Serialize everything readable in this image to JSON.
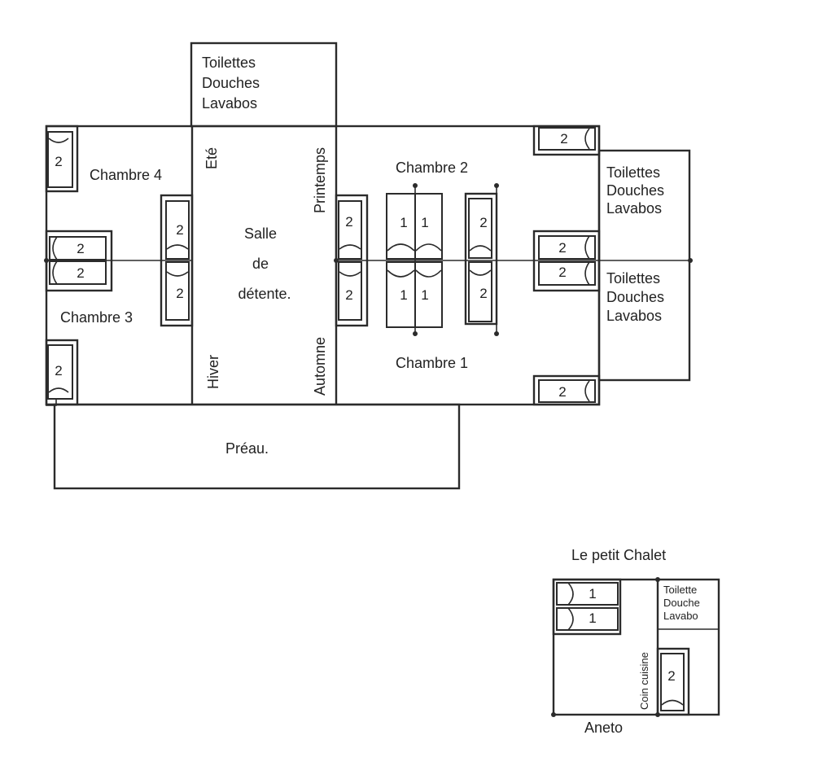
{
  "main_building": {
    "top_annex": [
      "Toilettes",
      "Douches",
      "Lavabos"
    ],
    "right_annex_upper": [
      "Toilettes",
      "Douches",
      "Lavabos"
    ],
    "right_annex_lower": [
      "Toilettes",
      "Douches",
      "Lavabos"
    ],
    "chambre_4": "Chambre 4",
    "chambre_3": "Chambre 3",
    "chambre_2": "Chambre 2",
    "chambre_1": "Chambre 1",
    "salle": [
      "Salle",
      "de",
      "détente."
    ],
    "door_ete": "Eté",
    "door_hiver": "Hiver",
    "door_printemps": "Printemps",
    "door_automne": "Automne",
    "preau": "Préau."
  },
  "beds": {
    "two": "2",
    "one": "1"
  },
  "petit_chalet": {
    "title": "Le petit Chalet",
    "bathroom": [
      "Toilette",
      "Douche",
      "Lavabo"
    ],
    "kitchen": "Coin cuisine",
    "name": "Aneto"
  }
}
